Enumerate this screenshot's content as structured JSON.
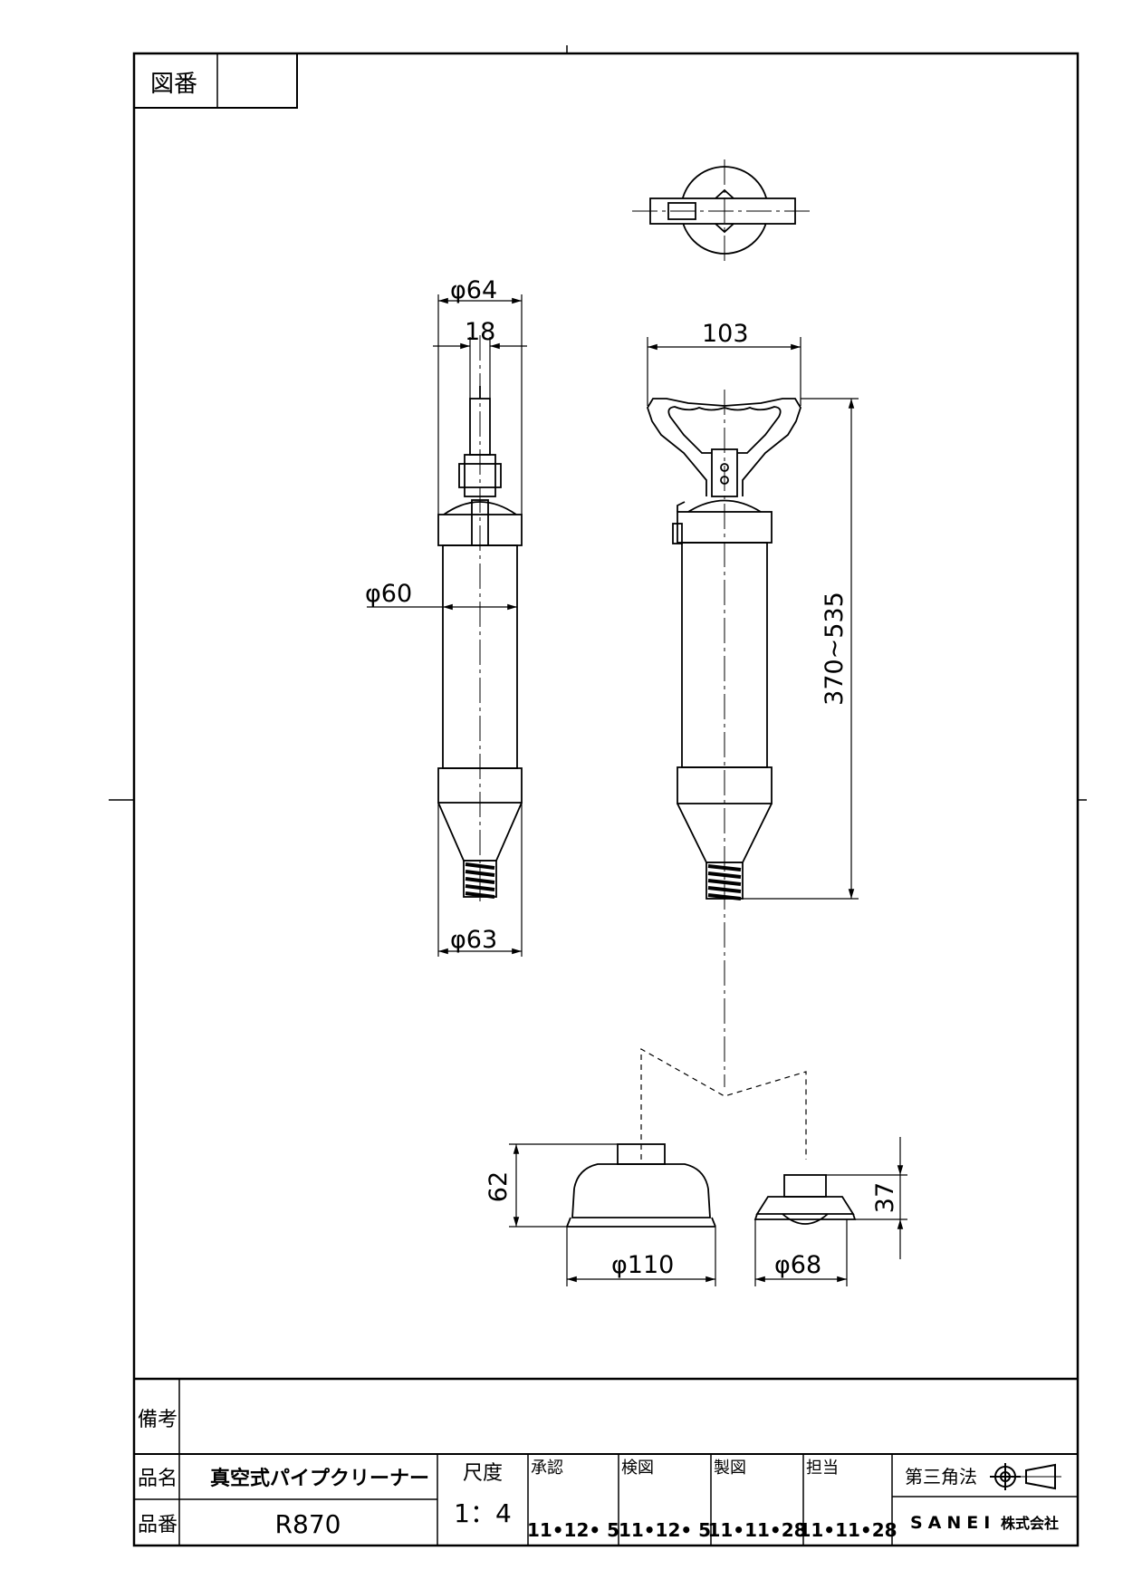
{
  "drawing_number": {
    "label": "図番",
    "value": ""
  },
  "dimensions": {
    "side_top_diameter": "φ64",
    "side_rod_width": "18",
    "side_body_diameter": "φ60",
    "side_bottom_diameter": "φ63",
    "front_handle_width": "103",
    "front_length": "370~535",
    "cup_large_height": "62",
    "cup_large_diameter": "φ110",
    "cup_small_height": "37",
    "cup_small_diameter": "φ68"
  },
  "title_block": {
    "remarks_label": "備考",
    "remarks_value": "",
    "product_name_label": "品名",
    "product_name": "真空式パイプクリーナー",
    "product_number_label": "品番",
    "product_number": "R870",
    "scale_label": "尺度",
    "scale_value": "1：4",
    "approval_label": "承認",
    "approval_date": "11•12• 5",
    "check_label": "検図",
    "check_date": "11•12• 5",
    "drawn_label": "製図",
    "drawn_date": "11•11•28",
    "charge_label": "担当",
    "charge_date": "11•11•28",
    "projection_label": "第三角法",
    "company": "SANEI",
    "company_suffix": "株式会社"
  }
}
